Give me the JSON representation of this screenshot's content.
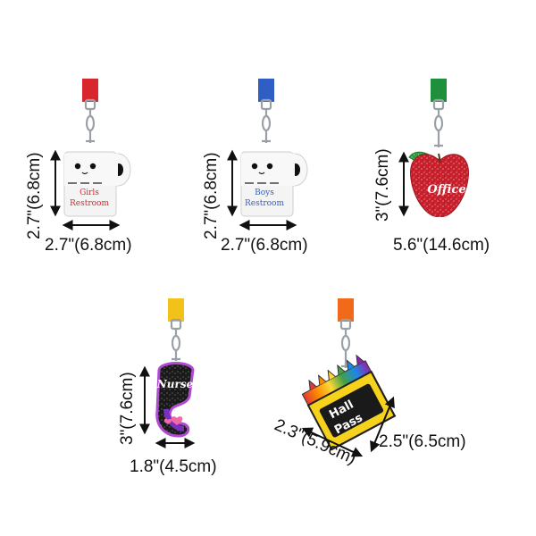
{
  "products": [
    {
      "id": "girls-restroom",
      "strap_color": "#d9262c",
      "label_color": "#d9262c",
      "label_lines": [
        "Girls",
        "Restroom"
      ],
      "height_text": "2.7\"(6.8cm)",
      "width_text": "2.7\"(6.8cm)"
    },
    {
      "id": "boys-restroom",
      "strap_color": "#2f5fc4",
      "label_color": "#2f5fc4",
      "label_lines": [
        "Boys",
        "Restroom"
      ],
      "height_text": "2.7\"(6.8cm)",
      "width_text": "2.7\"(6.8cm)"
    },
    {
      "id": "office",
      "strap_color": "#1e8f3a",
      "label_color": "#ffffff",
      "label_lines": [
        "Office"
      ],
      "height_text": "3\"(7.6cm)",
      "width_text": "5.6\"(14.6cm)"
    },
    {
      "id": "nurse",
      "strap_color": "#f2c21b",
      "label_color": "#ffffff",
      "label_lines": [
        "Nurse"
      ],
      "height_text": "3\"(7.6cm)",
      "width_text": "1.8\"(4.5cm)"
    },
    {
      "id": "hall-pass",
      "strap_color": "#f06a1a",
      "label_color": "#ffffff",
      "label_lines": [
        "Hall",
        "Pass"
      ],
      "height_text": "2.3\"(5.9cm)",
      "width_text": "2.5\"(6.5cm)"
    }
  ]
}
